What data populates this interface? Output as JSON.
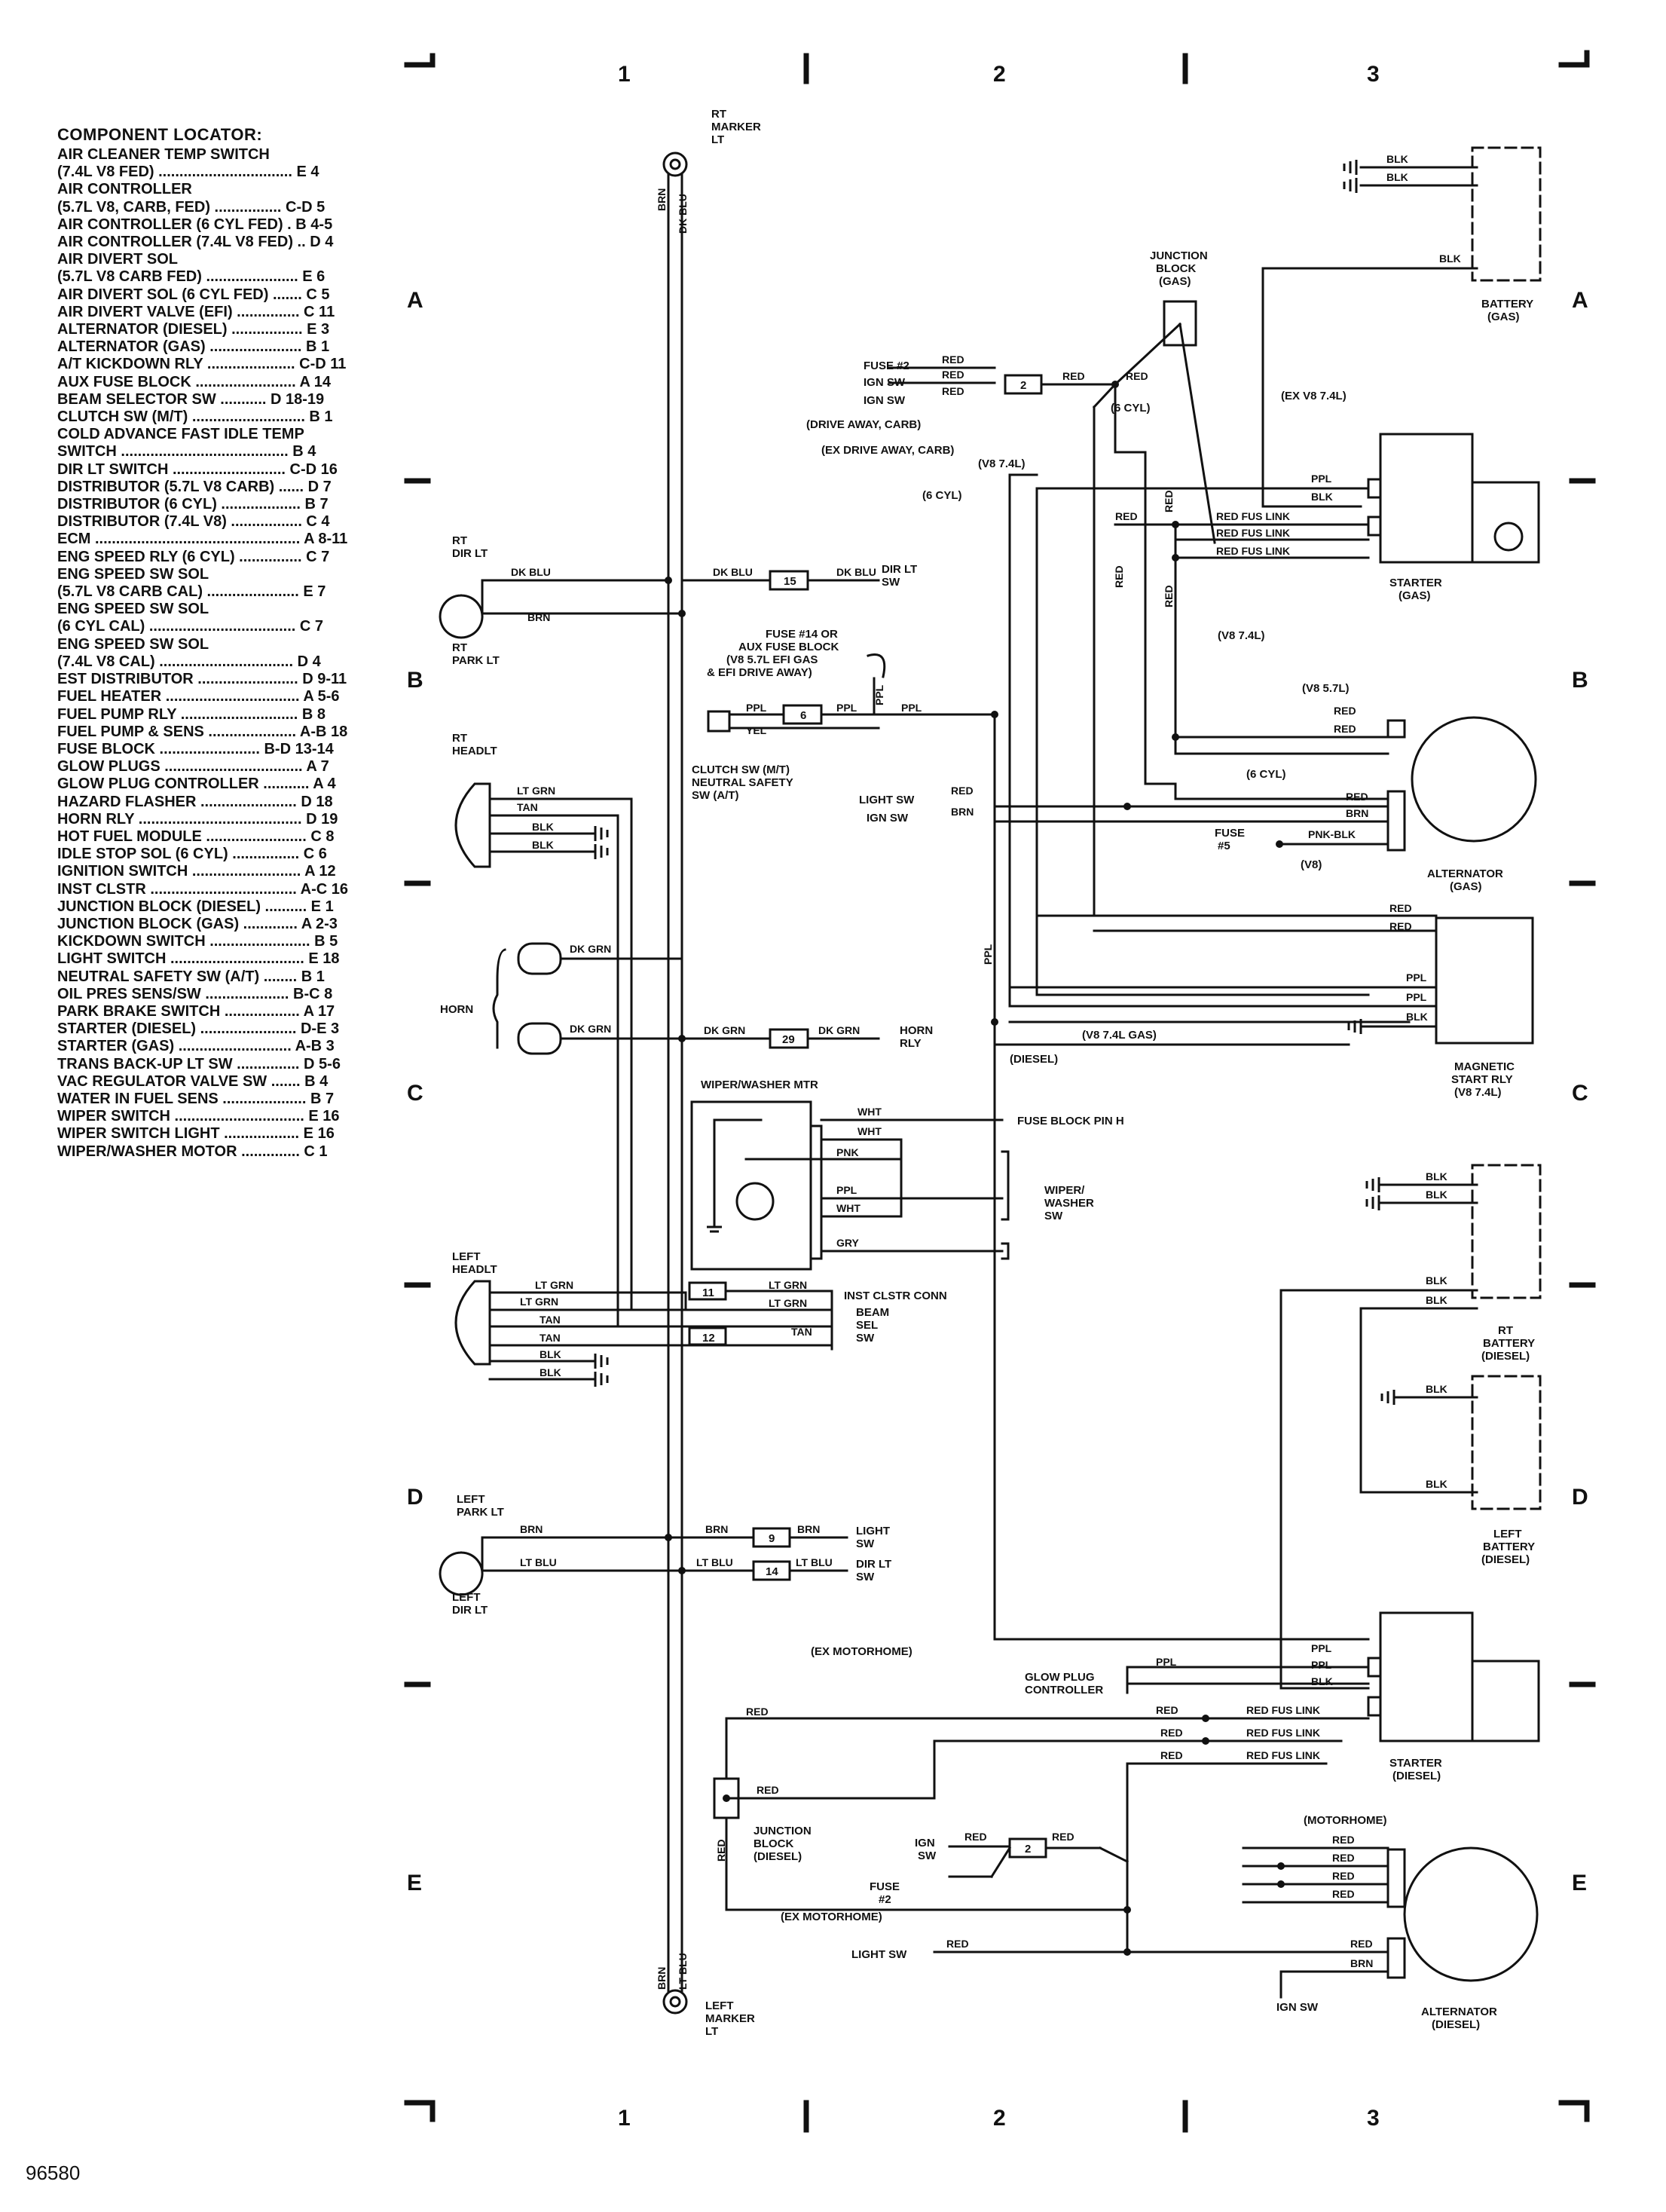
{
  "locator": {
    "title": "COMPONENT LOCATOR:",
    "entries": [
      "AIR CLEANER TEMP SWITCH",
      "  (7.4L V8 FED) ................................ E 4",
      "AIR CONTROLLER",
      "  (5.7L V8, CARB, FED) ................ C-D 5",
      "AIR CONTROLLER (6 CYL FED) . B 4-5",
      "AIR CONTROLLER (7.4L V8 FED) .. D 4",
      "AIR DIVERT SOL",
      "  (5.7L V8 CARB FED) ...................... E 6",
      "AIR DIVERT SOL (6 CYL FED) ....... C 5",
      "AIR DIVERT VALVE (EFI) ............... C 11",
      "ALTERNATOR (DIESEL) ................. E 3",
      "ALTERNATOR (GAS) ...................... B 1",
      "A/T KICKDOWN RLY ..................... C-D 11",
      "AUX FUSE BLOCK ........................ A 14",
      "BEAM SELECTOR SW ........... D 18-19",
      "CLUTCH SW (M/T) ........................... B 1",
      "COLD ADVANCE FAST IDLE TEMP",
      "  SWITCH ........................................ B 4",
      "DIR LT SWITCH ........................... C-D 16",
      "DISTRIBUTOR (5.7L V8 CARB) ...... D 7",
      "DISTRIBUTOR (6 CYL) ................... B 7",
      "DISTRIBUTOR (7.4L V8) ................. C 4",
      "ECM ................................................. A 8-11",
      "ENG SPEED RLY (6 CYL) ............... C 7",
      "ENG SPEED SW SOL",
      "  (5.7L V8 CARB CAL) ...................... E 7",
      "ENG SPEED SW SOL",
      "  (6 CYL CAL) ................................... C 7",
      "ENG SPEED SW SOL",
      "  (7.4L V8 CAL) ................................ D 4",
      "EST DISTRIBUTOR ........................ D 9-11",
      "FUEL HEATER ................................ A 5-6",
      "FUEL PUMP RLY ............................ B 8",
      "FUEL PUMP & SENS ..................... A-B 18",
      "FUSE BLOCK ........................ B-D 13-14",
      "GLOW PLUGS ................................. A 7",
      "GLOW PLUG CONTROLLER ........... A 4",
      "HAZARD FLASHER ....................... D 18",
      "HORN RLY ....................................... D 19",
      "HOT FUEL MODULE ........................ C 8",
      "IDLE STOP SOL (6 CYL) ................ C 6",
      "IGNITION SWITCH .......................... A 12",
      "INST CLSTR ................................... A-C 16",
      "JUNCTION BLOCK (DIESEL) .......... E 1",
      "JUNCTION BLOCK (GAS) ............. A 2-3",
      "KICKDOWN SWITCH ........................ B 5",
      "LIGHT SWITCH ................................ E 18",
      "NEUTRAL SAFETY SW (A/T) ........ B 1",
      "OIL PRES SENS/SW .................... B-C 8",
      "PARK BRAKE SWITCH .................. A 17",
      "STARTER (DIESEL) ....................... D-E 3",
      "STARTER (GAS) ........................... A-B 3",
      "TRANS BACK-UP LT SW ............... D 5-6",
      "VAC REGULATOR VALVE SW ....... B 4",
      "WATER IN FUEL SENS .................... B 7",
      "WIPER SWITCH ............................... E 16",
      "WIPER SWITCH LIGHT .................. E 16",
      "WIPER/WASHER MOTOR .............. C 1"
    ]
  },
  "grid": {
    "cols": [
      "1",
      "2",
      "3"
    ],
    "rows": [
      "A",
      "B",
      "C",
      "D",
      "E"
    ]
  },
  "figure_id": "96580",
  "labels": {
    "rt_marker_lt": [
      "RT",
      "MARKER",
      "LT"
    ],
    "left_marker_lt": [
      "LEFT",
      "MARKER",
      "LT"
    ],
    "rt_dir_lt": [
      "RT",
      "DIR LT"
    ],
    "rt_park_lt": [
      "RT",
      "PARK LT"
    ],
    "rt_headlt": [
      "RT",
      "HEADLT"
    ],
    "left_headlt": [
      "LEFT",
      "HEADLT"
    ],
    "left_park_lt": [
      "LEFT",
      "PARK LT"
    ],
    "left_dir_lt": [
      "LEFT",
      "DIR LT"
    ],
    "horn": "HORN",
    "horn_rly": [
      "HORN",
      "RLY"
    ],
    "junction_gas": [
      "JUNCTION",
      "BLOCK",
      "(GAS)"
    ],
    "junction_diesel": [
      "JUNCTION",
      "BLOCK",
      "(DIESEL)"
    ],
    "battery_gas": [
      "BATTERY",
      "(GAS)"
    ],
    "rt_battery_diesel": [
      "RT",
      "BATTERY",
      "(DIESEL)"
    ],
    "left_battery_diesel": [
      "LEFT",
      "BATTERY",
      "(DIESEL)"
    ],
    "starter_gas": [
      "STARTER",
      "(GAS)"
    ],
    "starter_diesel": [
      "STARTER",
      "(DIESEL)"
    ],
    "alternator_gas": [
      "ALTERNATOR",
      "(GAS)"
    ],
    "alternator_diesel": [
      "ALTERNATOR",
      "(DIESEL)"
    ],
    "magnetic_start_rly": [
      "MAGNETIC",
      "START RLY",
      "(V8 7.4L)"
    ],
    "glow_plug_controller": [
      "GLOW PLUG",
      "CONTROLLER"
    ],
    "wiper_washer_mtr": "WIPER/WASHER MTR",
    "wiper_washer_sw": [
      "WIPER/",
      "WASHER",
      "SW"
    ],
    "inst_clstr_conn": "INST CLSTR CONN",
    "beam_sel_sw": [
      "BEAM",
      "SEL",
      "SW"
    ],
    "clutch_sw": [
      "CLUTCH SW (M/T)",
      "NEUTRAL SAFETY",
      "SW (A/T)"
    ],
    "fuse14": [
      "FUSE #14  OR",
      "AUX FUSE BLOCK",
      "(V8 5.7L EFI GAS",
      "& EFI DRIVE AWAY)"
    ],
    "fuse_block_pin_h": "FUSE BLOCK PIN H",
    "fuse2_gas": "FUSE #2",
    "ign_sw": "IGN SW",
    "drive_away_carb": "(DRIVE AWAY, CARB)",
    "ex_drive_away_carb": "(EX DRIVE AWAY, CARB)",
    "v8_74l": "(V8 7.4L)",
    "six_cyl": "(6 CYL)",
    "ex_v8_74l": "(EX V8 7.4L)",
    "v8_57l": "(V8 5.7L)",
    "v8": "(V8)",
    "v8_74l_gas": "(V8 7.4L GAS)",
    "diesel": "(DIESEL)",
    "light_sw": "LIGHT SW",
    "fuse5": [
      "FUSE",
      "#5"
    ],
    "dir_lt_sw": [
      "DIR LT",
      "SW"
    ],
    "light_sw2": [
      "LIGHT",
      "SW"
    ],
    "ex_motorhome": "(EX MOTORHOME)",
    "motorhome": "(MOTORHOME)",
    "fuse2_diesel": [
      "FUSE",
      "#2"
    ],
    "ign_sw_diesel": [
      "IGN",
      "SW"
    ],
    "light_sw_diesel": "LIGHT SW",
    "ign_sw_bottom": "IGN SW"
  },
  "wires": {
    "brn": "BRN",
    "dk_blu": "DK BLU",
    "dk_grn": "DK GRN",
    "lt_grn": "LT GRN",
    "tan": "TAN",
    "blk": "BLK",
    "lt_blu": "LT BLU",
    "red": "RED",
    "ppl": "PPL",
    "yel": "YEL",
    "wht": "WHT",
    "pnk": "PNK",
    "gry": "GRY",
    "pnk_blk": "PNK-BLK",
    "red_fus_link": "RED FUS LINK"
  },
  "connectors": {
    "c15": "15",
    "c6": "6",
    "c29": "29",
    "c11": "11",
    "c12": "12",
    "c9": "9",
    "c14": "14",
    "c2a": "2",
    "c2b": "2"
  }
}
